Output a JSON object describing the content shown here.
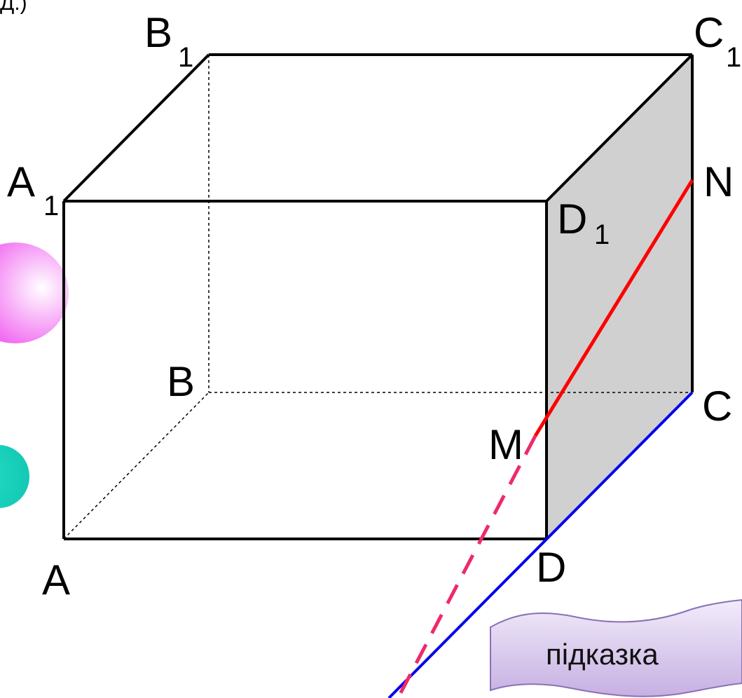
{
  "top_fragment": "Д.)",
  "vertices": {
    "A": {
      "main": "A",
      "sub": ""
    },
    "B": {
      "main": "B",
      "sub": ""
    },
    "C": {
      "main": "C",
      "sub": ""
    },
    "D": {
      "main": "D",
      "sub": ""
    },
    "A1": {
      "main": "A",
      "sub": "1"
    },
    "B1": {
      "main": "B",
      "sub": "1"
    },
    "C1": {
      "main": "C",
      "sub": "1"
    },
    "D1": {
      "main": "D",
      "sub": "1"
    },
    "M": {
      "main": "M",
      "sub": ""
    },
    "N": {
      "main": "N",
      "sub": ""
    }
  },
  "hint_button": {
    "label": "підказка"
  },
  "colors": {
    "edge": "#000000",
    "face_fill": "#d0d0d0",
    "segment_mn": "#ff0000",
    "line_dc": "#0000ee",
    "line_extension": "#ee2a6a",
    "ellipse_top": "#ee44ee",
    "ellipse_bottom": "#22e0c8",
    "hint_fill": "#d8c8ec"
  }
}
